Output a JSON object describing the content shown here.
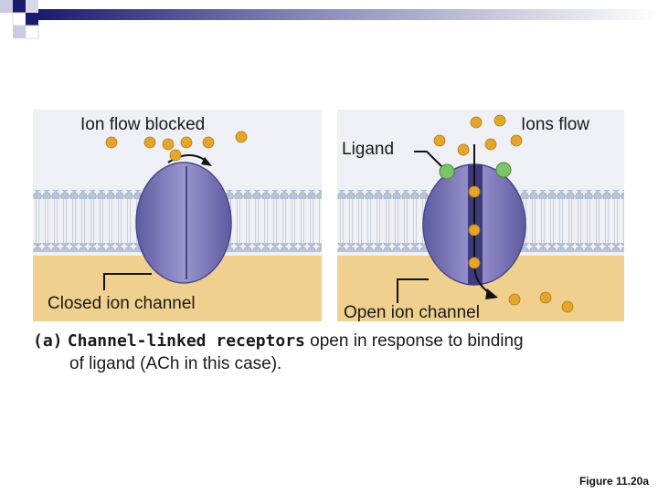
{
  "labels": {
    "ion_flow_blocked": "Ion flow blocked",
    "ions_flow": "Ions flow",
    "ligand": "Ligand",
    "closed_channel": "Closed ion channel",
    "open_channel": "Open ion channel"
  },
  "caption": {
    "part_label": "(a)",
    "bold_term": "Channel-linked receptors",
    "line1_rest": "open in response to binding",
    "line2": "of ligand (ACh in this case)."
  },
  "figure_number": "Figure 11.20a",
  "colors": {
    "accent_bar": "#1a1a6e",
    "extracellular": "#eef0f5",
    "intracellular": "#f0d08e",
    "lipid_head": "#b7c3d6",
    "channel_protein": "#7b78b8",
    "ion": "#e3a52a",
    "ligand": "#7cc46a"
  }
}
